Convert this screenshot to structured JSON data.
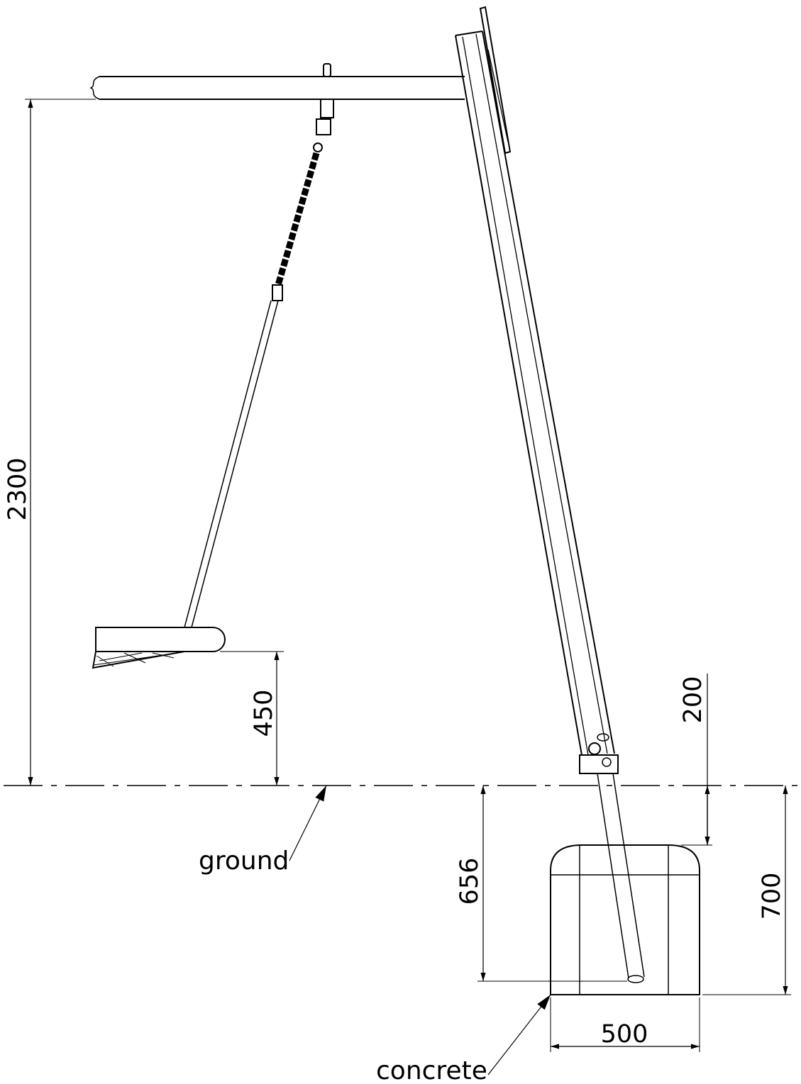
{
  "dimensions": {
    "beam_height": "2300",
    "seat_height": "450",
    "post_spacing": "200",
    "post_embed_depth": "656",
    "footing_depth": "700",
    "footing_width": "500"
  },
  "labels": {
    "ground": "ground",
    "concrete": "concrete"
  }
}
